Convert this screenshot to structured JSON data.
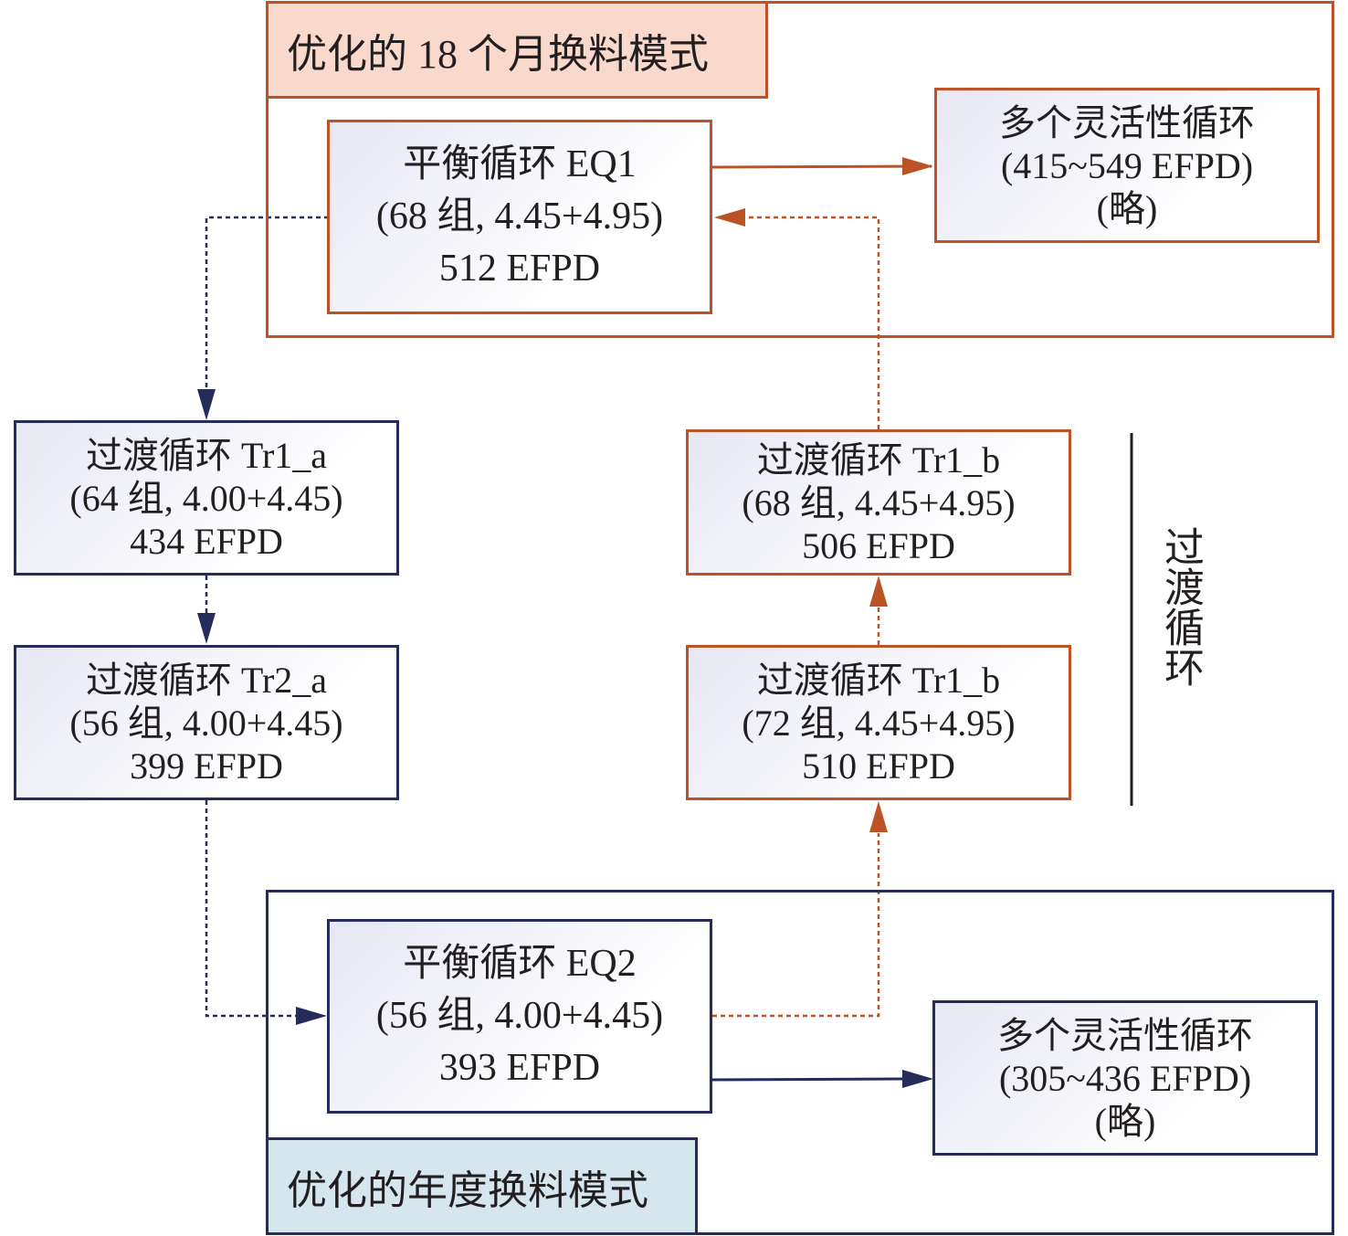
{
  "colors": {
    "orange": "#bc5327",
    "navy": "#262c5a",
    "peach_fill": "#f8d9cc",
    "blue_fill": "#d5e6ef"
  },
  "groups": {
    "eighteen_month": {
      "title": "优化的 18 个月换料模式"
    },
    "annual": {
      "title": "优化的年度换料模式"
    }
  },
  "nodes": {
    "eq1": {
      "line1": "平衡循环 EQ1",
      "line2": "(68 组, 4.45+4.95)",
      "line3": "512 EFPD"
    },
    "flex18": {
      "line1": "多个灵活性循环",
      "line2": "(415~549 EFPD)",
      "line3": "(略)"
    },
    "tr1a": {
      "line1": "过渡循环 Tr1_a",
      "line2": "(64 组, 4.00+4.45)",
      "line3": "434 EFPD"
    },
    "tr2a": {
      "line1": "过渡循环 Tr2_a",
      "line2": "(56 组, 4.00+4.45)",
      "line3": "399 EFPD"
    },
    "tr1b_upper": {
      "line1": "过渡循环 Tr1_b",
      "line2": "(68 组, 4.45+4.95)",
      "line3": "506 EFPD"
    },
    "tr1b_lower": {
      "line1": "过渡循环 Tr1_b",
      "line2": "(72 组, 4.45+4.95)",
      "line3": "510 EFPD"
    },
    "eq2": {
      "line1": "平衡循环 EQ2",
      "line2": "(56 组, 4.00+4.45)",
      "line3": "393 EFPD"
    },
    "flexannual": {
      "line1": "多个灵活性循环",
      "line2": "(305~436 EFPD)",
      "line3": "(略)"
    }
  },
  "side_label": "过渡循环"
}
